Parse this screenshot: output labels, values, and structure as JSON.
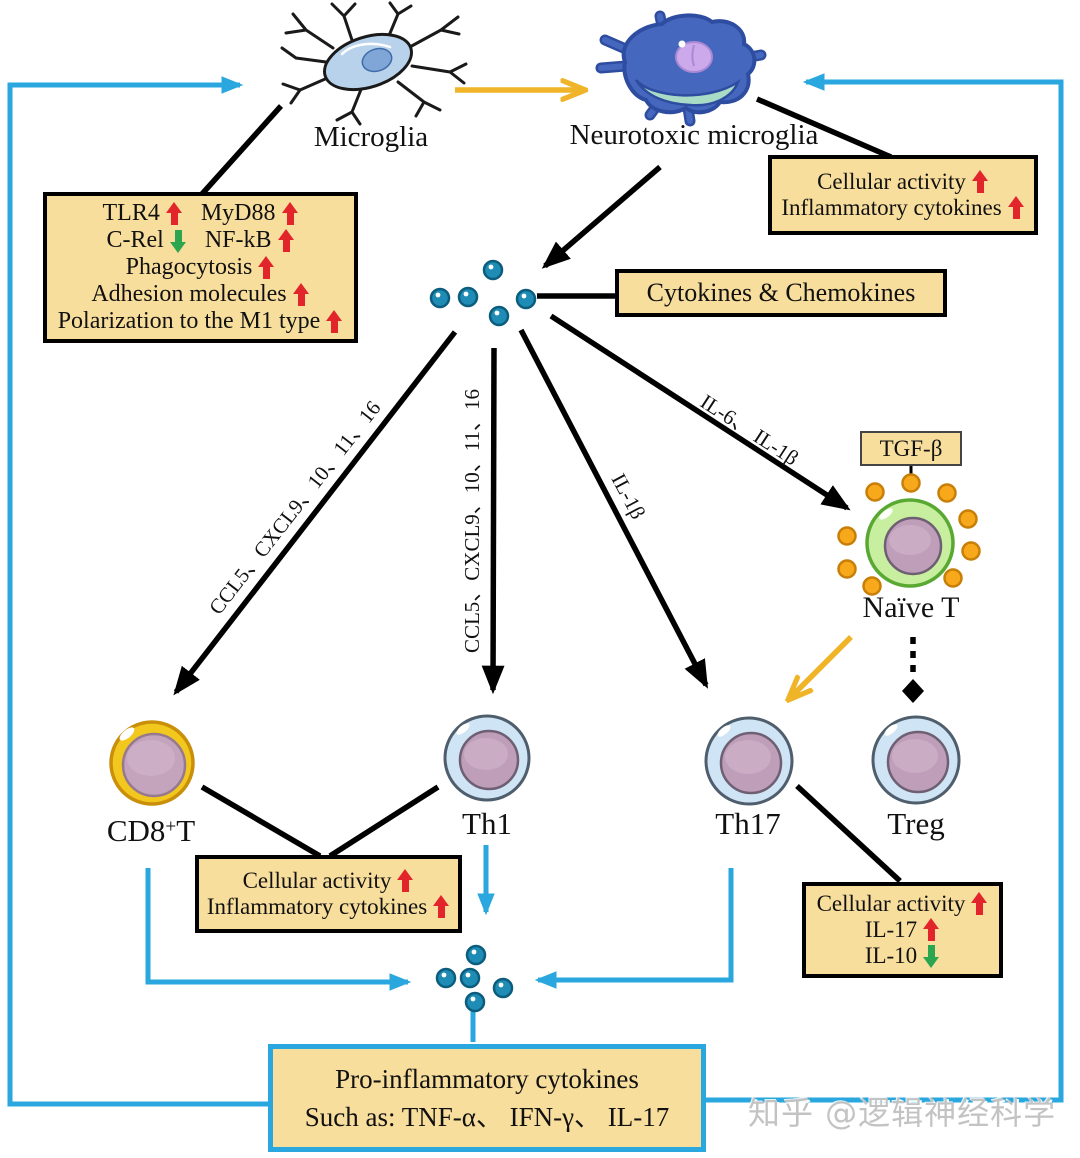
{
  "colors": {
    "accent_blue": "#2AA7DE",
    "arrow_yellow": "#F0B429",
    "box_fill_cream": "#F8DE9C",
    "increase_red": "#E1252B",
    "decrease_green": "#2CA64E",
    "dot_teal": "#1E8CB4",
    "cd8_ring_gold": "#F2C71E",
    "naive_ring_green": "#C8EFA0"
  },
  "nodes": {
    "microglia_label": "Microglia",
    "neurotoxic_label": "Neurotoxic microglia",
    "naive_t_label": "Naïve T",
    "cd8t_base": "CD8",
    "cd8t_sup": "+",
    "cd8t_tail": "T",
    "th1_label": "Th1",
    "th17_label": "Th17",
    "treg_label": "Treg"
  },
  "boxes": {
    "microglia_changes": {
      "rows": [
        {
          "items": [
            {
              "label": "TLR4",
              "change": "up"
            },
            {
              "label": "MyD88",
              "change": "up"
            }
          ]
        },
        {
          "items": [
            {
              "label": "C-Rel",
              "change": "down"
            },
            {
              "label": "NF-kB",
              "change": "up"
            }
          ]
        },
        {
          "items": [
            {
              "label": "Phagocytosis",
              "change": "up"
            }
          ]
        },
        {
          "items": [
            {
              "label": "Adhesion molecules",
              "change": "up"
            }
          ]
        },
        {
          "items": [
            {
              "label": "Polarization to the M1 type",
              "change": "up"
            }
          ]
        }
      ]
    },
    "neurotoxic_changes": {
      "rows": [
        {
          "items": [
            {
              "label": "Cellular activity",
              "change": "up"
            }
          ]
        },
        {
          "items": [
            {
              "label": "Inflammatory cytokines",
              "change": "up"
            }
          ]
        }
      ]
    },
    "cytokines_chemokines": {
      "label": "Cytokines & Chemokines"
    },
    "tgf_beta": {
      "label": "TGF-β"
    },
    "t_cell_changes": {
      "rows": [
        {
          "items": [
            {
              "label": "Cellular activity",
              "change": "up"
            }
          ]
        },
        {
          "items": [
            {
              "label": "Inflammatory cytokines",
              "change": "up"
            }
          ]
        }
      ]
    },
    "th17_changes": {
      "rows": [
        {
          "items": [
            {
              "label": "Cellular activity",
              "change": "up"
            }
          ]
        },
        {
          "items": [
            {
              "label": "IL-17",
              "change": "up"
            }
          ]
        },
        {
          "items": [
            {
              "label": "IL-10",
              "change": "down"
            }
          ]
        }
      ]
    },
    "pro_inflammatory": {
      "line1": "Pro-inflammatory cytokines",
      "line2": "Such as: TNF-α、 IFN-γ、 IL-17"
    }
  },
  "arrow_labels": {
    "to_cd8t": "CCL5、CXCL9、10、11、16",
    "to_th1": "CCL5、CXCL9、10、11、16",
    "to_th17": "IL-1β",
    "to_naive_t": "IL-6、 IL-1β"
  },
  "watermark": "知乎 @逻辑神经科学"
}
